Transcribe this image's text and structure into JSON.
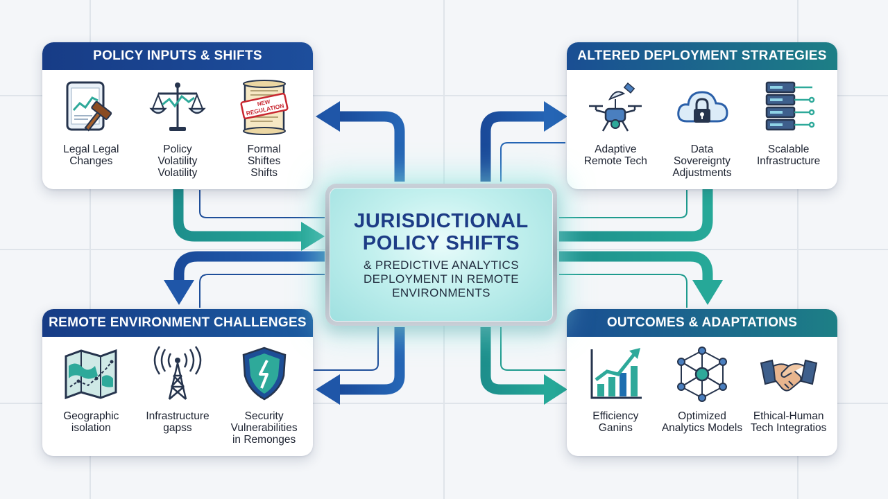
{
  "center": {
    "title_line1": "JURISDICTIONAL",
    "title_line2": "POLICY SHIFTS",
    "sub_line1": "& PREDICTIVE ANALYTICS",
    "sub_line2": "DEPLOYMENT IN REMOTE",
    "sub_line3": "ENVIRONMENTS"
  },
  "cards": {
    "policy_inputs": {
      "title": "POLICY INPUTS & SHIFTS",
      "items": [
        {
          "icon": "tablet-gavel-icon",
          "label_line1": "Legal Legal",
          "label_line2": "Changes",
          "label_line3": ""
        },
        {
          "icon": "scales-chart-icon",
          "label_line1": "Policy",
          "label_line2": "Volatility",
          "label_line3": "Volatility"
        },
        {
          "icon": "scroll-stamp-icon",
          "label_line1": "Formal",
          "label_line2": "Shiftes",
          "label_line3": "Shifts",
          "stamp_line1": "NEW",
          "stamp_line2": "REGULATION"
        }
      ]
    },
    "deployment": {
      "title": "ALTERED DEPLOYMENT STRATEGIES",
      "items": [
        {
          "icon": "drone-antenna-icon",
          "label_line1": "Adaptive",
          "label_line2": "Remote Tech",
          "label_line3": ""
        },
        {
          "icon": "cloud-lock-icon",
          "label_line1": "Data",
          "label_line2": "Sovereignty",
          "label_line3": "Adjustments"
        },
        {
          "icon": "server-rack-icon",
          "label_line1": "Scalable",
          "label_line2": "Infrastructure",
          "label_line3": ""
        }
      ]
    },
    "challenges": {
      "title": "REMOTE ENVIRONMENT CHALLENGES",
      "items": [
        {
          "icon": "folded-map-icon",
          "label_line1": "Geographic",
          "label_line2": "isolation",
          "label_line3": ""
        },
        {
          "icon": "radio-tower-icon",
          "label_line1": "Infrastructure",
          "label_line2": "gapss",
          "label_line3": ""
        },
        {
          "icon": "shield-crack-icon",
          "label_line1": "Security",
          "label_line2": "Vulnerabilities",
          "label_line3": "in Remonges"
        }
      ]
    },
    "outcomes": {
      "title": "OUTCOMES & ADAPTATIONS",
      "items": [
        {
          "icon": "growth-chart-icon",
          "label_line1": "Efficiency",
          "label_line2": "Ganins",
          "label_line3": ""
        },
        {
          "icon": "network-nodes-icon",
          "label_line1": "Optimized",
          "label_line2": "Analytics Models",
          "label_line3": ""
        },
        {
          "icon": "handshake-icon",
          "label_line1": "Ethical-Human",
          "label_line2": "Tech Integratios",
          "label_line3": ""
        }
      ]
    }
  },
  "colors": {
    "navy": "#173c86",
    "blue": "#1d57a5",
    "teal": "#1e9b8e",
    "center_glow": "#8ce9e1",
    "icon_outline": "#26344d",
    "icon_teal": "#2ea99a",
    "stamp_red": "#c8262f"
  }
}
